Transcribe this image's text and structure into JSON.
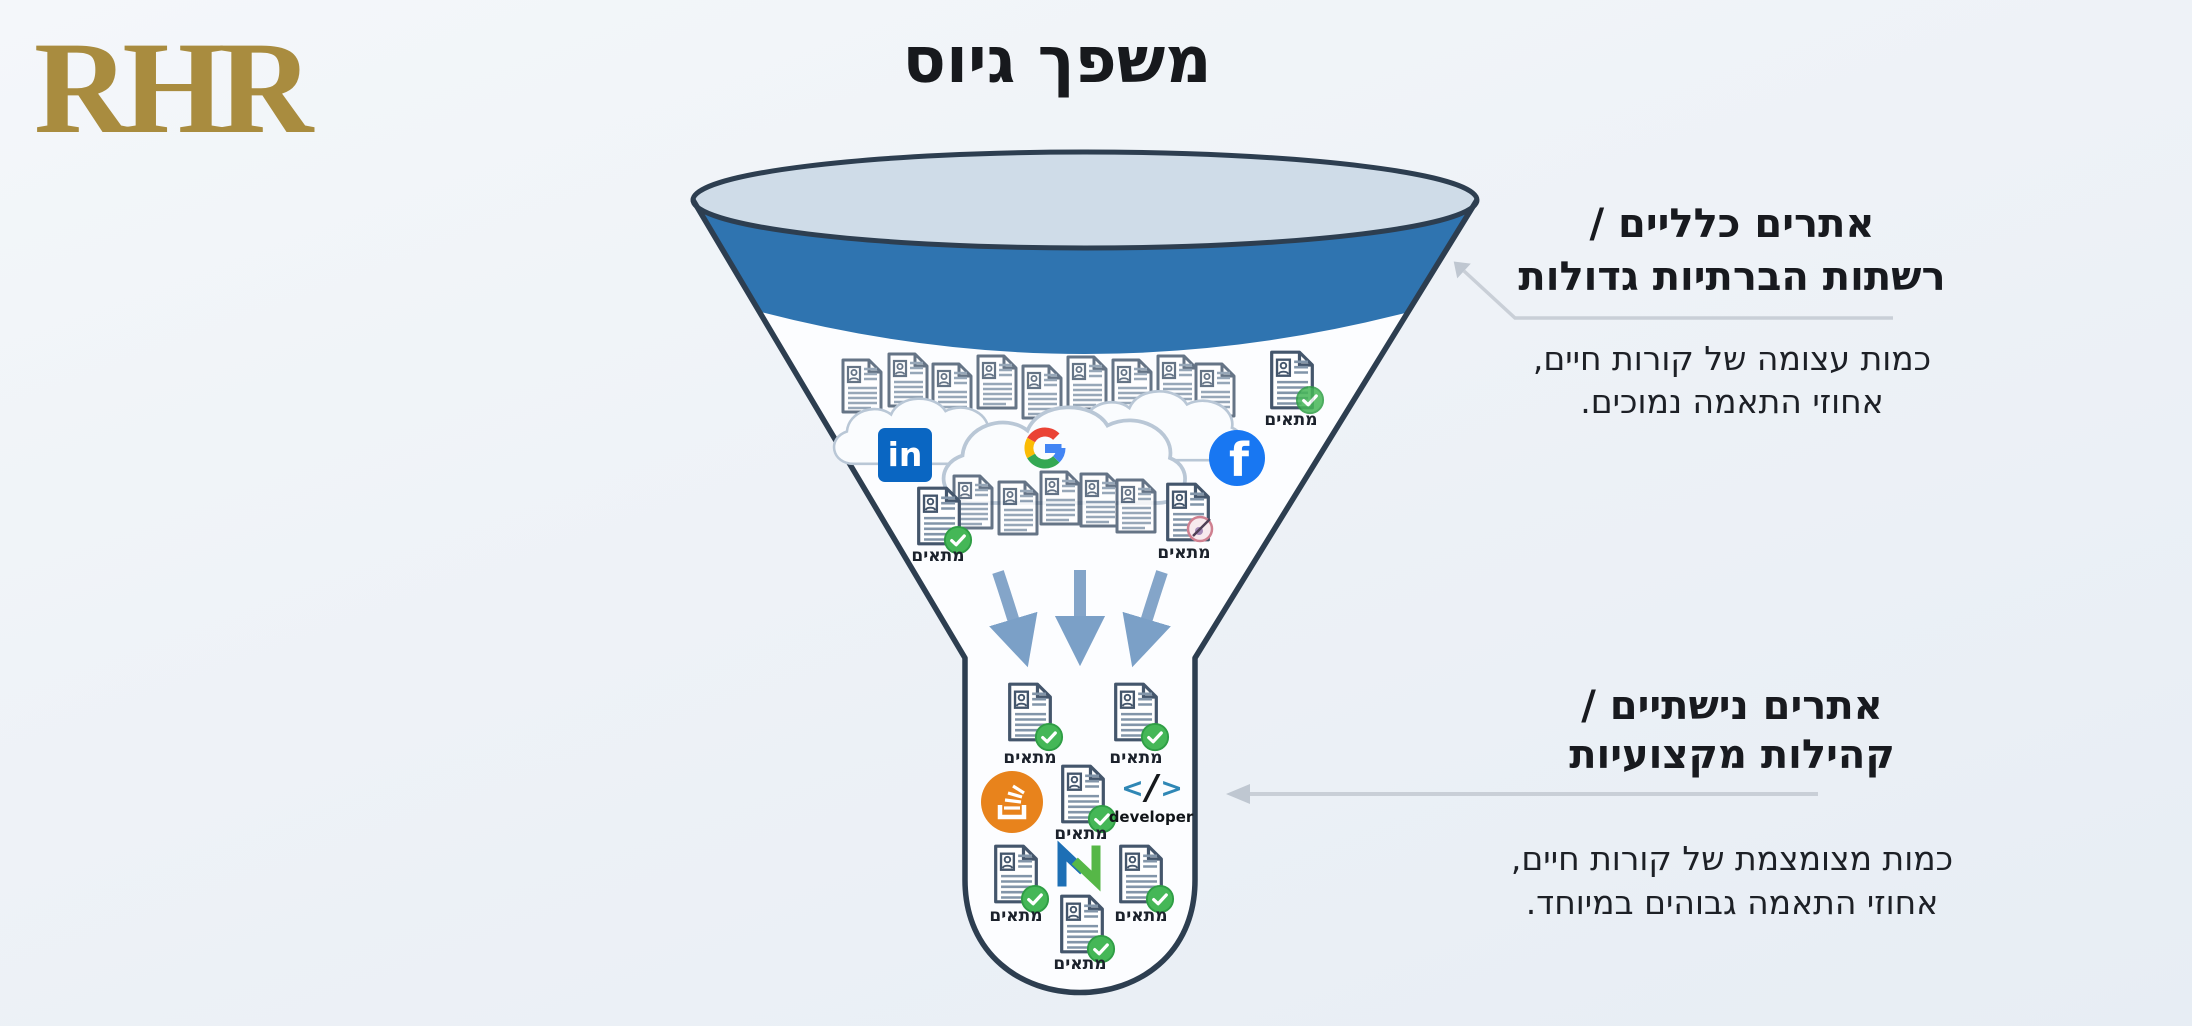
{
  "brand": {
    "logo_text": "RHR"
  },
  "title": "משפך גיוס",
  "annotations": {
    "general_sites": {
      "heading_line1": "אתרים כלליים /",
      "heading_line2": "רשתות הברתיות גדולות",
      "body_line1": "כמות עצומה של קורות חיים,",
      "body_line2": "אחוזי התאמה נמוכים."
    },
    "niche_sites": {
      "heading_line1": "אתרים נישתיים /",
      "heading_line2": "קהילות מקצועיות",
      "body_line1": "כמות מצומצמת של קורות חיים,",
      "body_line2": "אחוזי התאמה גבוהים במיוחד."
    }
  },
  "funnel": {
    "match_label": "מתאים",
    "developer_label": "developer",
    "logos": {
      "linkedin": "in",
      "facebook": "f",
      "code_open": "<",
      "code_slash": "/",
      "code_close": ">"
    }
  },
  "colors": {
    "brand_gold": "#a98c3f",
    "funnel_blue": "#2f74b0",
    "funnel_outline": "#2d3e50",
    "rim_fill": "#cfdce8",
    "check_green": "#45b757",
    "stackoverflow_orange": "#e8831c",
    "linkedin_blue": "#0a66c2",
    "facebook_blue": "#1877f2",
    "google_colors": [
      "#ea4335",
      "#fbbc05",
      "#34a853",
      "#4285f4"
    ],
    "arrow_steel": "#84a5c9",
    "connector_gray": "#c9cfd7"
  }
}
